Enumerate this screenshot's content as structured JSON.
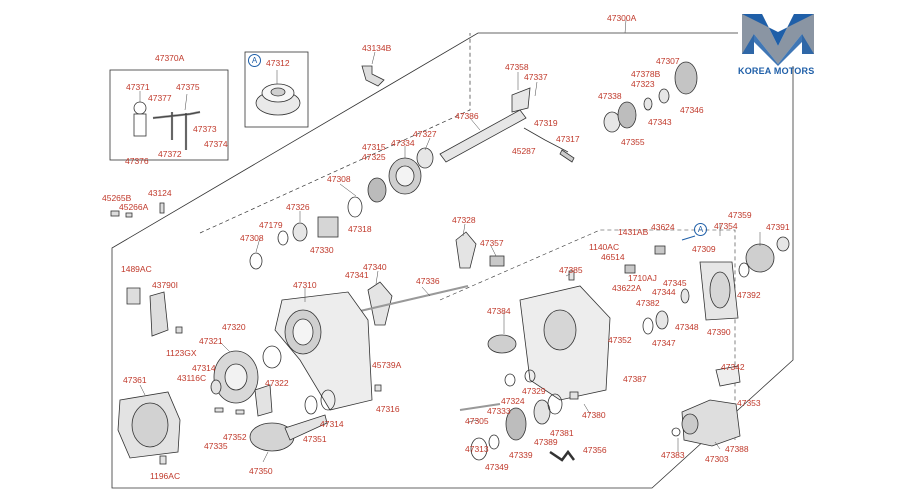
{
  "brand": {
    "name": "KOREA MOTORS",
    "colors": {
      "blue": "#1f5fa8",
      "grey": "#8a95a3",
      "red": "#c0392b"
    }
  },
  "callout_letter": "A",
  "labels": {
    "p47300A": "47300A",
    "p47370A": "47370A",
    "p47312": "47312",
    "p43134B": "43134B",
    "p47371": "47371",
    "p47375": "47375",
    "p47377": "47377",
    "p47373": "47373",
    "p47372": "47372",
    "p47374": "47374",
    "p47376": "47376",
    "p47358": "47358",
    "p47337": "47337",
    "p47307": "47307",
    "p47378B": "47378B",
    "p47323": "47323",
    "p47338": "47338",
    "p47343": "47343",
    "p47346": "47346",
    "p47355": "47355",
    "p47386": "47386",
    "p47319": "47319",
    "p47317": "47317",
    "p45287": "45287",
    "p47327": "47327",
    "p47315": "47315",
    "p47325": "47325",
    "p47334": "47334",
    "p45265B": "45265B",
    "p43124": "43124",
    "p45266A": "45266A",
    "p47308a": "47308",
    "p47326": "47326",
    "p47179": "47179",
    "p47308b": "47308",
    "p47318": "47318",
    "p47330": "47330",
    "p47328": "47328",
    "p47357": "47357",
    "p1431AB": "1431AB",
    "p43624": "43624",
    "p1140AC": "1140AC",
    "p46514": "46514",
    "p47359": "47359",
    "p47391": "47391",
    "p47354": "47354",
    "p47309": "47309",
    "p1489AC": "1489AC",
    "p47340": "47340",
    "p47341": "47341",
    "p47310": "47310",
    "p47336": "47336",
    "p47385": "47385",
    "p1710AJ": "1710AJ",
    "p43622A": "43622A",
    "p47345": "47345",
    "p47392": "47392",
    "p43790I": "43790I",
    "p47344": "47344",
    "p47382": "47382",
    "p47384": "47384",
    "p47348": "47348",
    "p47390": "47390",
    "p47347": "47347",
    "p1123GX": "1123GX",
    "p47320": "47320",
    "p47321": "47321",
    "p47314a": "47314",
    "p43116C": "43116C",
    "p47361": "47361",
    "p47322": "47322",
    "p45739A": "45739A",
    "p47352a": "47352",
    "p47387": "47387",
    "p47342": "47342",
    "p47329": "47329",
    "p47324": "47324",
    "p47316": "47316",
    "p47353": "47353",
    "p47333": "47333",
    "p47380": "47380",
    "p47352b": "47352",
    "p47314b": "47314",
    "p47305": "47305",
    "p47381": "47381",
    "p47335": "47335",
    "p47351": "47351",
    "p47389": "47389",
    "p47356": "47356",
    "p47383": "47383",
    "p47303": "47303",
    "p47388": "47388",
    "p47313": "47313",
    "p47339": "47339",
    "p47349": "47349",
    "p1196AC": "1196AC",
    "p47350": "47350"
  }
}
